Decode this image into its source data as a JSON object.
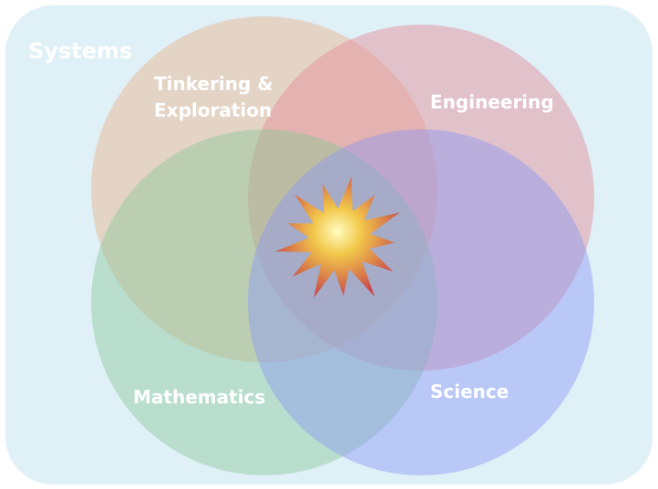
{
  "frame": {
    "label": "Systems",
    "color": "#dff0f7"
  },
  "circles": [
    {
      "id": "tinkering",
      "label_lines": [
        "Tinkering &",
        "Exploration"
      ],
      "color": "#eab28a"
    },
    {
      "id": "engineering",
      "label_lines": [
        "Engineering"
      ],
      "color": "#e48a94"
    },
    {
      "id": "mathematics",
      "label_lines": [
        "Mathematics"
      ],
      "color": "#8cc89a"
    },
    {
      "id": "science",
      "label_lines": [
        "Science"
      ],
      "color": "#8c96f4"
    }
  ],
  "center_burst": {
    "inner_color": "#fffcc0",
    "mid_color": "#f2c84a",
    "outer_color": "#c8484a"
  }
}
